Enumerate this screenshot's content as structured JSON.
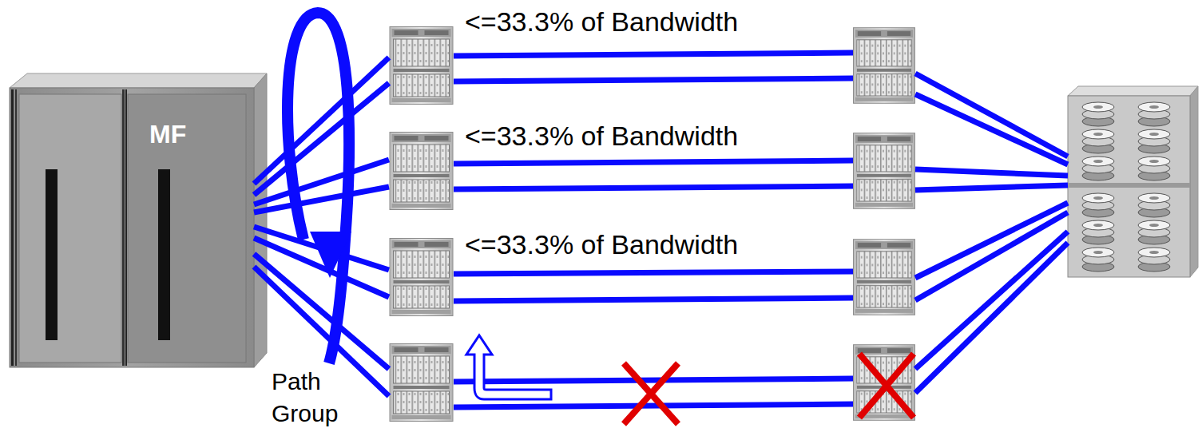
{
  "diagram": {
    "nodes": [
      {
        "text": [
          "MF"
        ]
      }
    ],
    "labels": [
      "<=33.3% of Bandwidth",
      "<=33.3% of Bandwidth",
      "<=33.3% of Bandwidth",
      "Path Group"
    ]
  }
}
